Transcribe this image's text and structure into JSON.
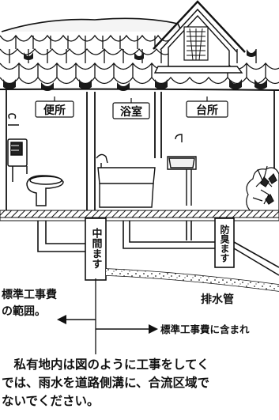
{
  "rooms": {
    "toilet": "便所",
    "bath": "浴室",
    "kitchen": "台所"
  },
  "pipes": {
    "intermediate_basin": "中間ます",
    "trap_basin": "防臭ます",
    "drain_pipe": "排水管"
  },
  "annotations": {
    "standard_scope_line1": "標準工事費",
    "standard_scope_line2": "の範囲。",
    "included_in_standard": "標準工事費に含まれ"
  },
  "caption": {
    "line1": "　私有地内は図のように工事をしてく",
    "line2": "では、雨水を道路側溝に、合流区域で",
    "line3": "ないでください。"
  }
}
